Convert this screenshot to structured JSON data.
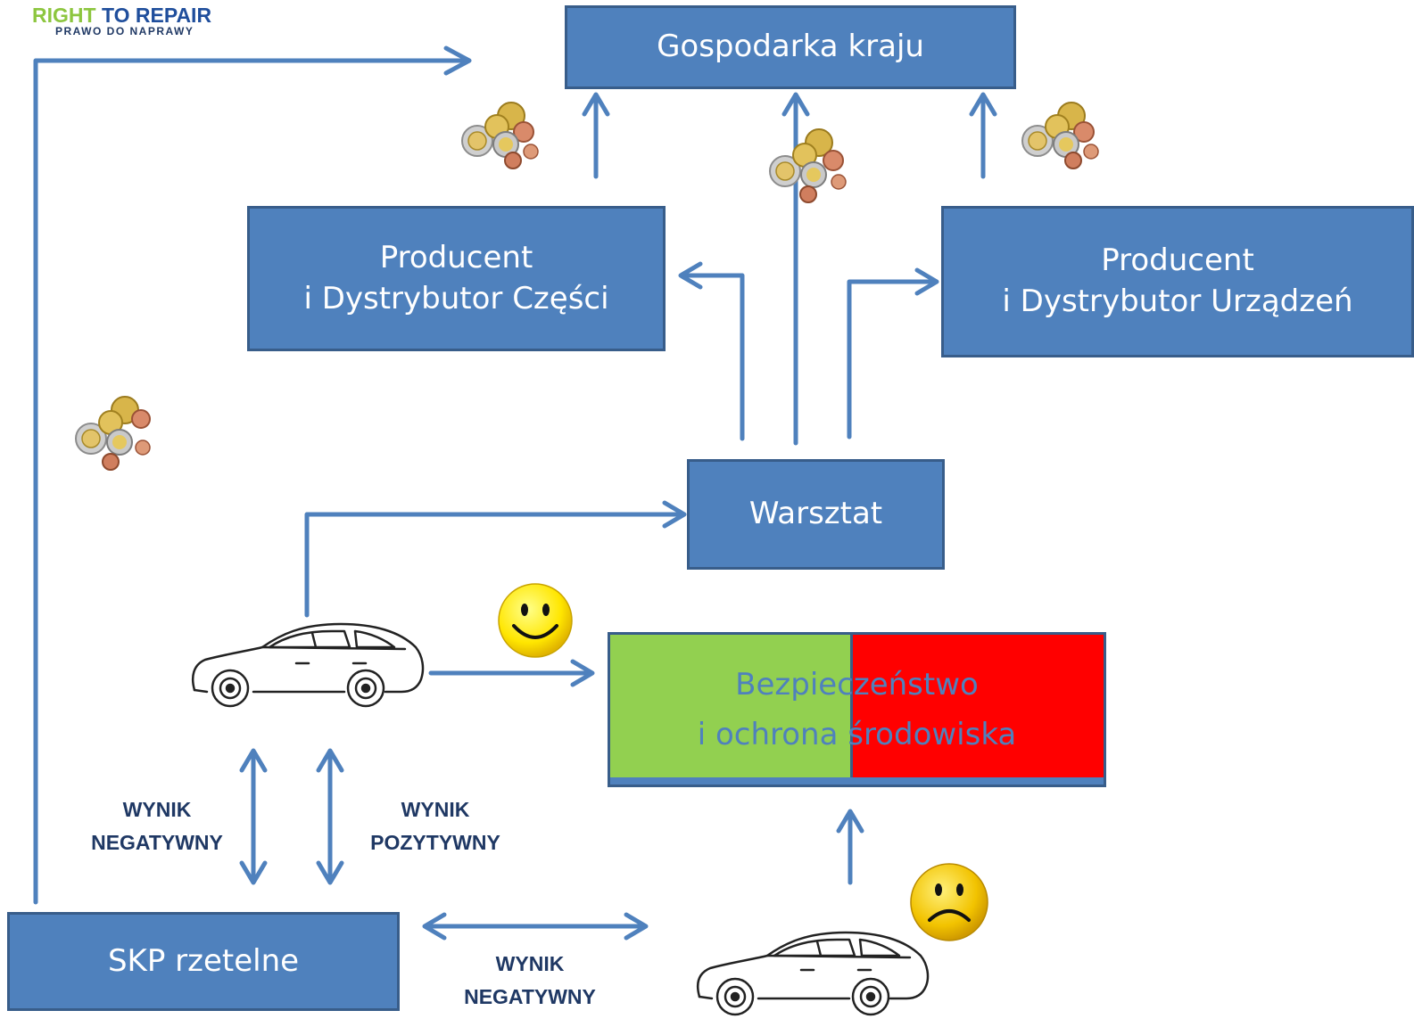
{
  "logo": {
    "title_part1": "RIGHT",
    "title_part2": "TO REPAIR",
    "subtitle": "PRAWO DO NAPRAWY",
    "colors": {
      "part1": "#8dc63f",
      "part2": "#1f4e9c"
    }
  },
  "nodes": {
    "economy": "Gospodarka kraju",
    "parts_producer": {
      "line1": "Producent",
      "line2": "i Dystrybutor Części"
    },
    "equipment_producer": {
      "line1": "Producent",
      "line2": "i Dystrybutor Urządzeń"
    },
    "workshop": "Warsztat",
    "safety": {
      "line1": "Bezpieczeństwo",
      "line2": "i ochrona środowiska"
    },
    "skp": "SKP rzetelne"
  },
  "edge_labels": {
    "left_negative": {
      "line1": "WYNIK",
      "line2": "NEGATYWNY"
    },
    "positive": {
      "line1": "WYNIK",
      "line2": "POZYTYWNY"
    },
    "bottom_negative": {
      "line1": "WYNIK",
      "line2": "NEGATYWNY"
    }
  },
  "icons": [
    "coins-icon",
    "car-icon",
    "happy-face-icon",
    "sad-face-icon"
  ],
  "colors": {
    "box_fill": "#4f81bd",
    "box_border": "#385d8a",
    "arrow": "#4f81bd",
    "safe_green": "#92d050",
    "unsafe_red": "#ff0000",
    "label_text": "#1f3864",
    "smiley_yellow": "#ffe600"
  }
}
